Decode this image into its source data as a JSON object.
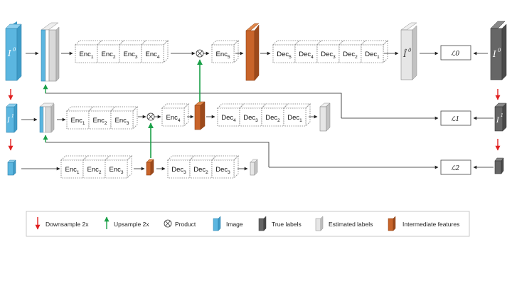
{
  "labels": {
    "img0": "I",
    "img0_sup": "0",
    "img1": "I",
    "img1_sup": "1",
    "est0": "Î",
    "est0_sup": "0",
    "true0": "I",
    "true0_sup": "0",
    "true1": "I",
    "true1_sup": "1"
  },
  "rows": {
    "row0": {
      "enc": [
        "Enc1",
        "Enc2",
        "Enc3",
        "Enc4"
      ],
      "enc_after": "Enc5",
      "dec": [
        "Dec5",
        "Dec4",
        "Dec3",
        "Dec2",
        "Dec1"
      ],
      "loss": "ℒ0"
    },
    "row1": {
      "enc": [
        "Enc1",
        "Enc2",
        "Enc3"
      ],
      "enc_after": "Enc4",
      "dec": [
        "Dec4",
        "Dec3",
        "Dec2",
        "Dec1"
      ],
      "loss": "ℒ1"
    },
    "row2": {
      "enc": [
        "Enc1",
        "Enc2",
        "Enc3"
      ],
      "dec": [
        "Dec3",
        "Dec2",
        "Dec3"
      ],
      "loss": "ℒ2"
    }
  },
  "legend": {
    "downsample": "Downsample 2x",
    "upsample": "Upsample 2x",
    "product": "Product",
    "image": "Image",
    "true_labels": "True labels",
    "estimated_labels": "Estimated labels",
    "intermediate": "Intermediate features"
  },
  "colors": {
    "image": "#5bb6e0",
    "true": "#666666",
    "estimated": "#d9d9d9",
    "intermediate": "#c8642a",
    "down_arrow": "#e02020",
    "up_arrow": "#1aa048"
  }
}
